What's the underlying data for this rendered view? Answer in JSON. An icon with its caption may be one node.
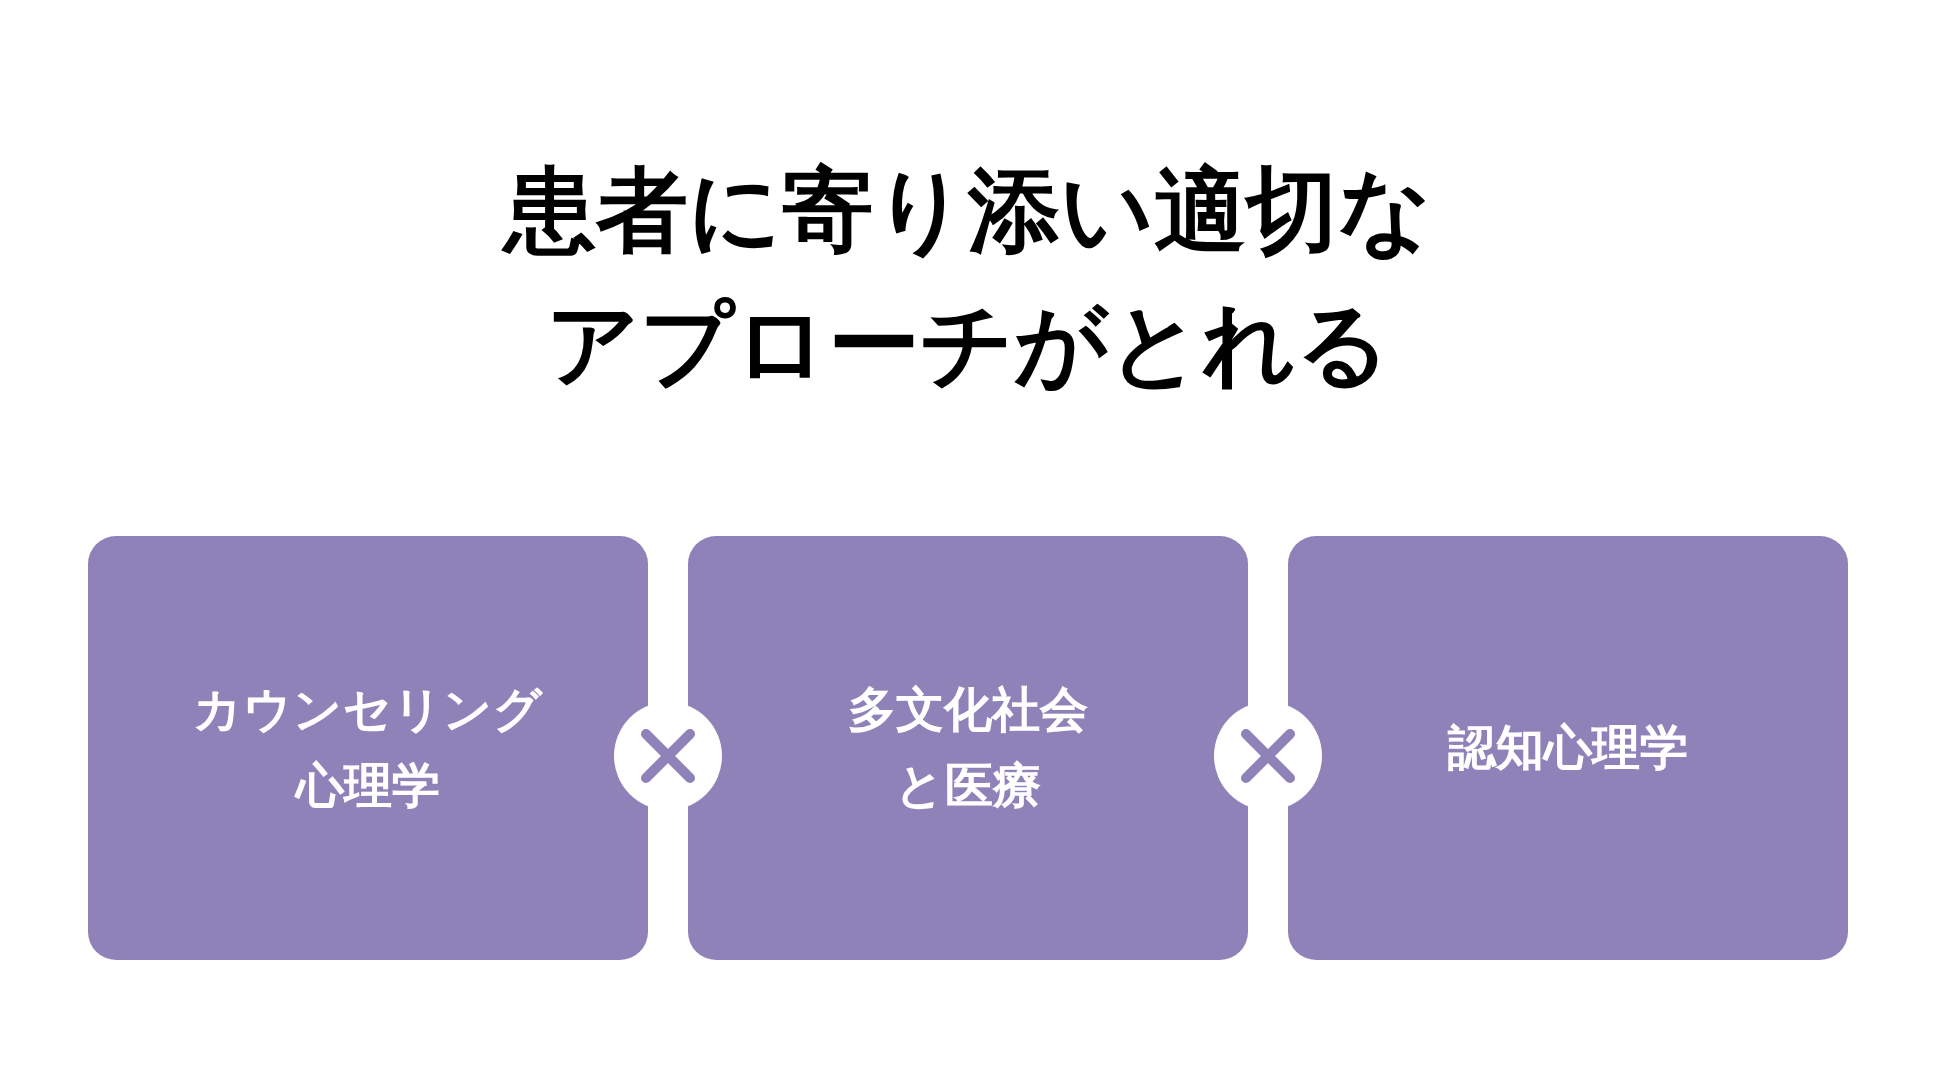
{
  "diagram": {
    "title": "患者に寄り添い適切なアプローチがとれる",
    "nodes": [
      {
        "text": [
          "カウンセリング心理学"
        ]
      },
      {
        "text": [
          "多文化社会と医療"
        ]
      },
      {
        "text": [
          "認知心理学"
        ]
      }
    ]
  }
}
